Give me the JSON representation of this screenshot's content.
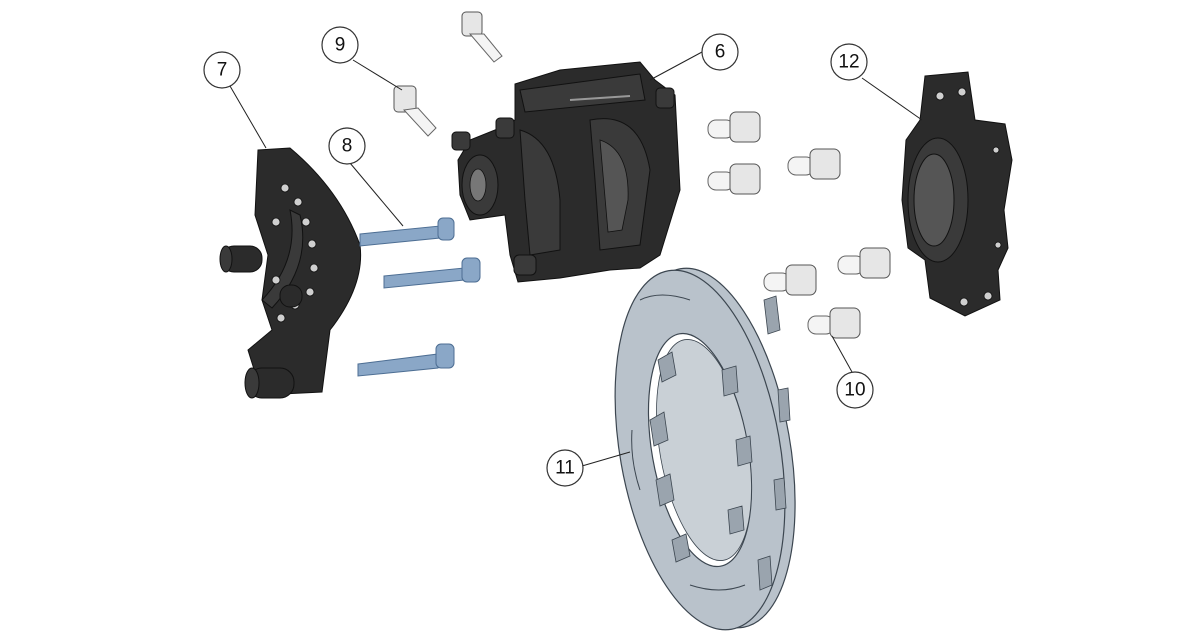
{
  "callouts": {
    "c6": "6",
    "c7": "7",
    "c8": "8",
    "c9": "9",
    "c10": "10",
    "c11": "11",
    "c12": "12"
  },
  "colors": {
    "part_dark": "#2b2b2b",
    "pin_blue": "#8aa7c7",
    "bolt_silver": "#e6e6e6",
    "disc_grey": "#b9c2cb"
  }
}
